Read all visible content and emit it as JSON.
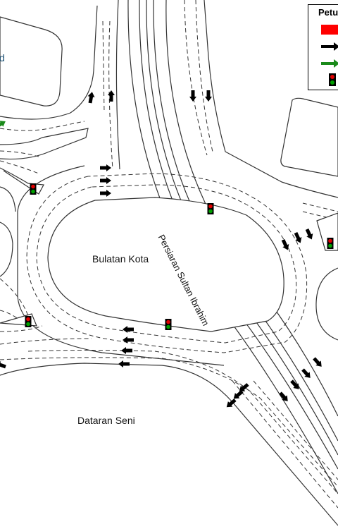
{
  "legend": {
    "title": "Petu",
    "items": [
      {
        "name": "red-bar-symbol",
        "color": "#ff0000"
      },
      {
        "name": "black-arrow-symbol",
        "color": "#000000"
      },
      {
        "name": "green-arrow-symbol",
        "color": "#1a8a1a"
      },
      {
        "name": "traffic-light-symbol",
        "color": "#000000"
      }
    ]
  },
  "labels": {
    "roundabout": "Bulatan Kota",
    "street": "Persiaran Sultan Ibrahim",
    "area": "Dataran Seni",
    "left_fragment": "d"
  },
  "colors": {
    "road_line": "#333333",
    "lane_dash": "#333333",
    "arrow": "#000000",
    "arrow_green": "#1a8a1a",
    "signal_red": "#e00000",
    "signal_green": "#00a000"
  }
}
